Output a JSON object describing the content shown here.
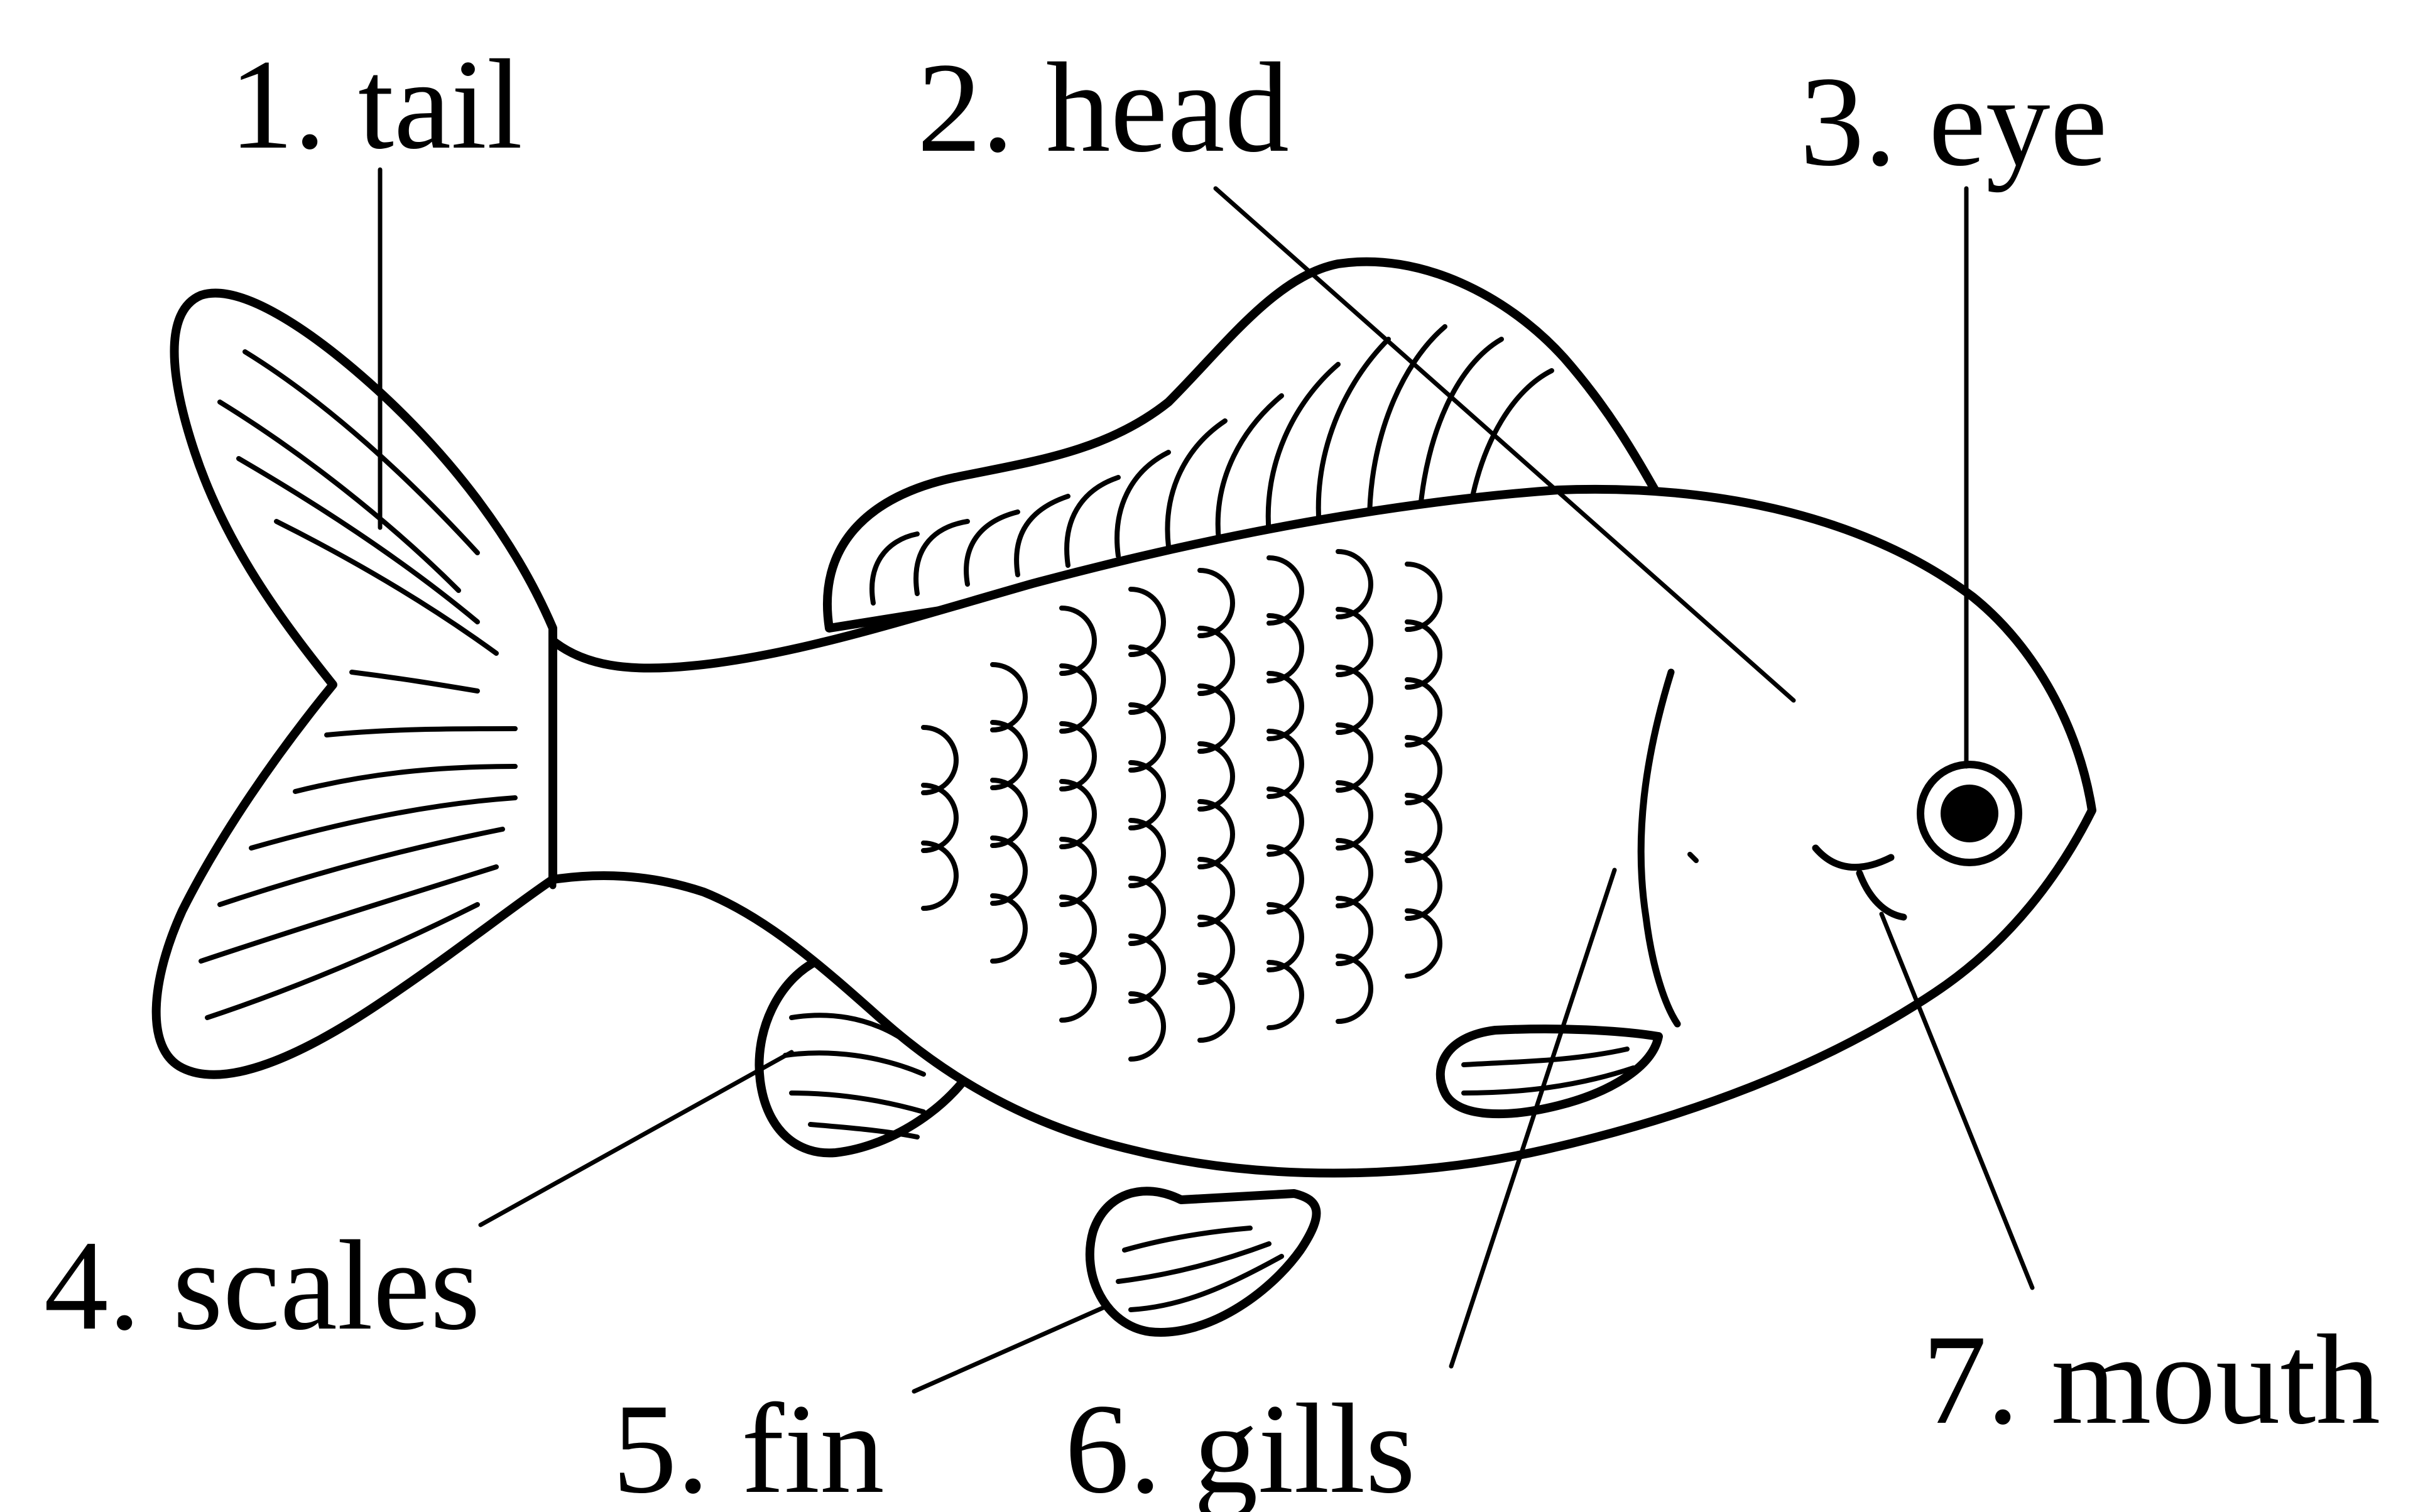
{
  "labels": [
    {
      "key": "tail",
      "text": "1. tail"
    },
    {
      "key": "head",
      "text": "2. head"
    },
    {
      "key": "eye",
      "text": "3. eye"
    },
    {
      "key": "scales",
      "text": "4. scales"
    },
    {
      "key": "fin",
      "text": "5. fin"
    },
    {
      "key": "gills",
      "text": "6. gills"
    },
    {
      "key": "mouth",
      "text": "7. mouth"
    }
  ],
  "colors": {
    "ink": "#000000",
    "paper": "#ffffff"
  }
}
